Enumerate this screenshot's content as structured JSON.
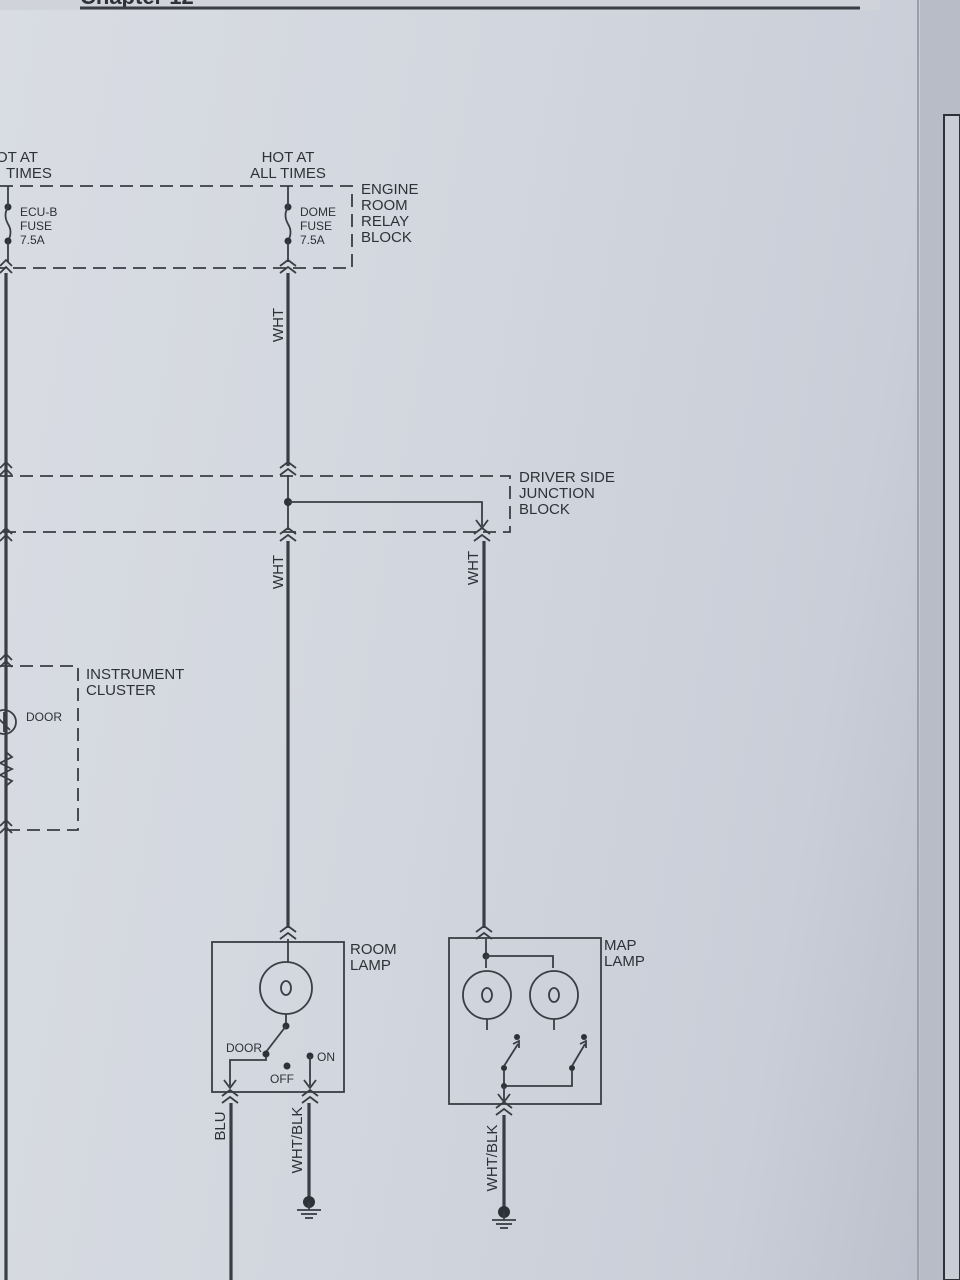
{
  "header": {
    "partial_text": "Chapter 12"
  },
  "sources": {
    "left": {
      "line1": "OT AT",
      "line2": "TIMES"
    },
    "center": {
      "line1": "HOT AT",
      "line2": "ALL TIMES"
    }
  },
  "engine_relay_block": {
    "label": [
      "ENGINE",
      "ROOM",
      "RELAY",
      "BLOCK"
    ],
    "ecu_fuse": [
      "ECU-B",
      "FUSE",
      "7.5A"
    ],
    "dome_fuse": [
      "DOME",
      "FUSE",
      "7.5A"
    ]
  },
  "junction_block": {
    "label": [
      "DRIVER SIDE",
      "JUNCTION",
      "BLOCK"
    ]
  },
  "instrument_cluster": {
    "label": [
      "INSTRUMENT",
      "CLUSTER"
    ],
    "indicator": "DOOR"
  },
  "room_lamp": {
    "label": [
      "ROOM",
      "LAMP"
    ],
    "switch_labels": {
      "door": "DOOR",
      "off": "OFF",
      "on": "ON"
    }
  },
  "map_lamp": {
    "label": [
      "MAP",
      "LAMP"
    ]
  },
  "wires": {
    "top_center": "WHT",
    "mid_center": "WHT",
    "mid_right": "WHT",
    "room_out_left": "BLU",
    "room_out_right": "WHT/BLK",
    "map_out": "WHT/BLK"
  }
}
